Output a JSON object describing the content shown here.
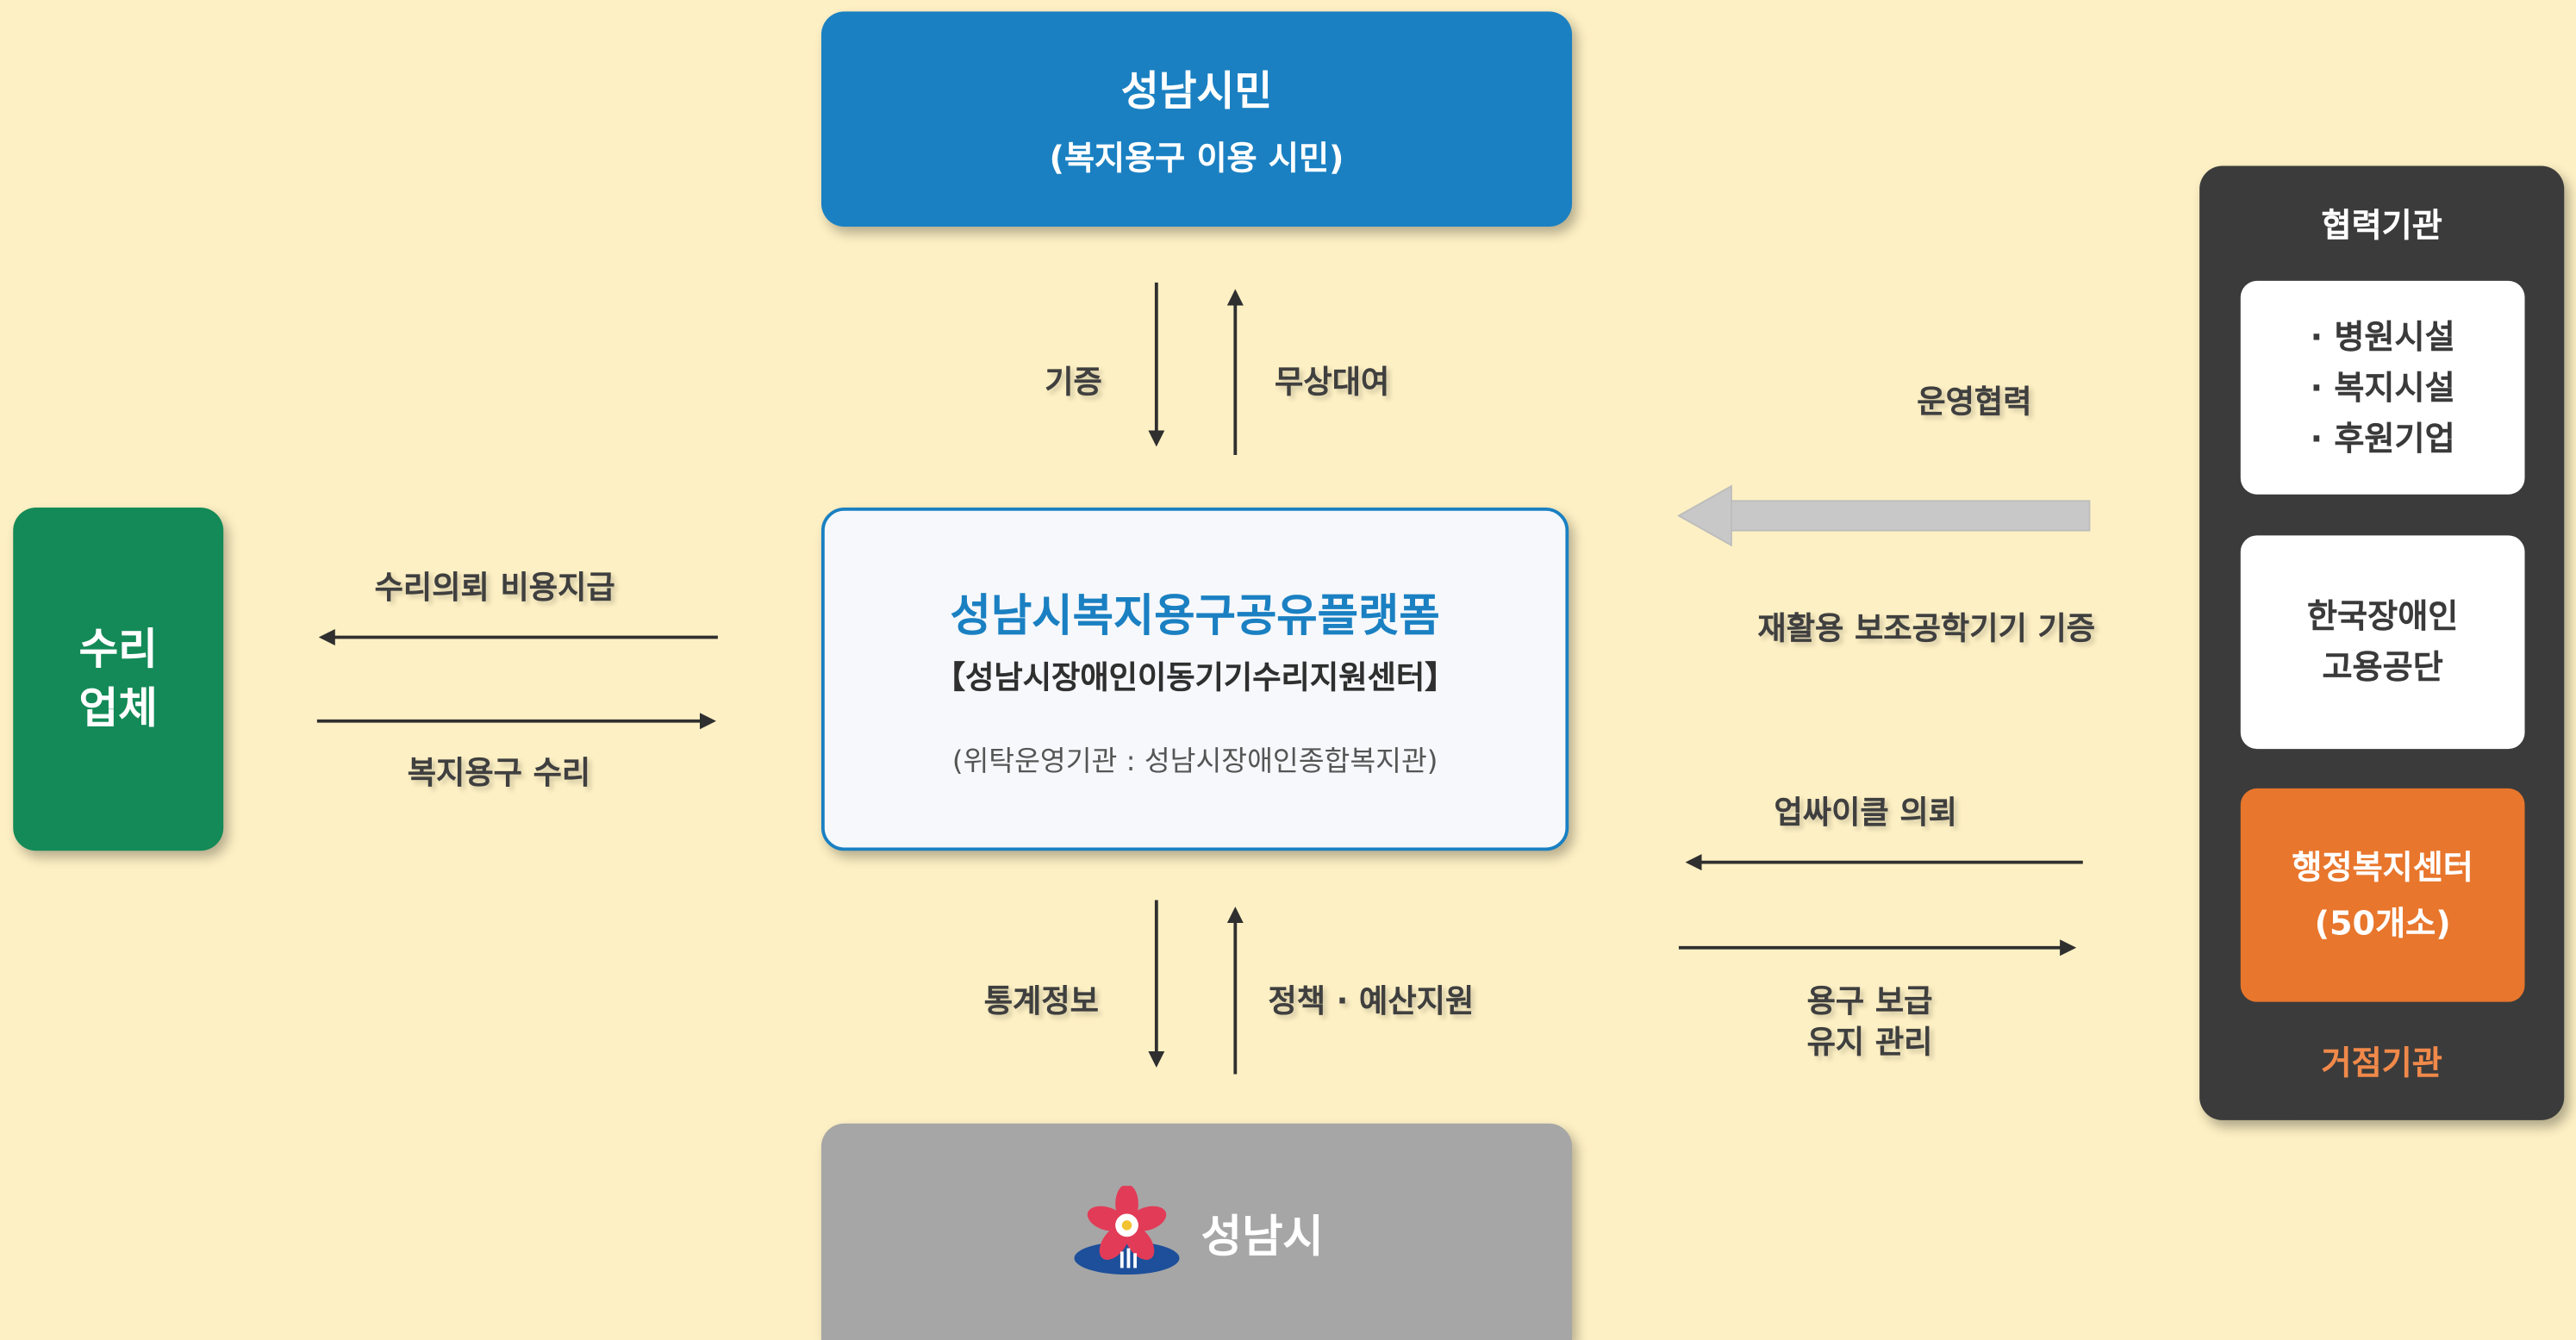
{
  "citizen": {
    "title": "성남시민",
    "subtitle": "(복지용구 이용 시민)"
  },
  "platform": {
    "title": "성남시복지용구공유플랫폼",
    "subtitle": "【성남시장애인이동기기수리지원센터】",
    "operator": "(위탁운영기관 : 성남시장애인종합복지관)"
  },
  "repair": {
    "line1": "수리",
    "line2": "업체"
  },
  "city": {
    "name": "성남시"
  },
  "partners": {
    "header": "협력기관",
    "list": [
      "· 병원시설",
      "· 복지시설",
      "· 후원기업"
    ],
    "agency_line1": "한국장애인",
    "agency_line2": "고용공단",
    "center_line1": "행정복지센터",
    "center_line2": "(50개소)",
    "hub_label": "거점기관"
  },
  "flows": {
    "donate": "기증",
    "free_rent": "무상대여",
    "repair_request": "수리의뢰 비용지급",
    "repair_service": "복지용구 수리",
    "cooperation": "운영협력",
    "recycle_donate": "재활용 보조공학기기 기증",
    "upcycle_request": "업싸이클 의뢰",
    "supply_line1": "용구 보급",
    "supply_line2": "유지 관리",
    "statistics": "통계정보",
    "policy_budget": "정책 · 예산지원"
  },
  "colors": {
    "background": "#fdf0c4",
    "citizen": "#1a80c2",
    "repair": "#138a57",
    "city": "#a6a6a6",
    "partner_panel": "#3b3b3b",
    "center": "#e8762c",
    "platform_title": "#1a80c2"
  }
}
